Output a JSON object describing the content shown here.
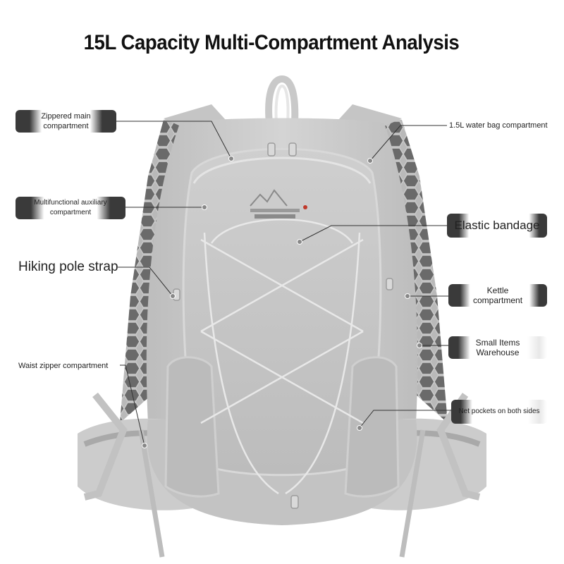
{
  "title": "15L Capacity Multi-Compartment Analysis",
  "labels": {
    "zippered_main": "Zippered main compartment",
    "water_bag": "1.5L water bag compartment",
    "multifunctional": "Multifunctional auxiliary compartment",
    "elastic": "Elastic bandage",
    "hiking_pole": "Hiking pole strap",
    "kettle": "Kettle compartment",
    "small_items": "Small Items Warehouse",
    "waist_zipper": "Waist zipper compartment",
    "net_pockets": "Net pockets on both sides"
  },
  "colors": {
    "pack": "#c8c8c8",
    "pack_dark": "#9a9a9a",
    "mesh": "#6e6e6e",
    "leader": "#333333",
    "pill_dark": "#3a3a3a"
  }
}
